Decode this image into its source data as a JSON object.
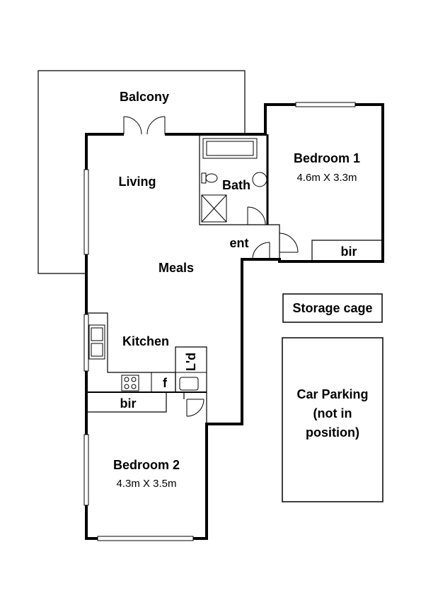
{
  "rooms": {
    "balcony": "Balcony",
    "living": "Living",
    "bath": "Bath",
    "bedroom1": "Bedroom 1",
    "bedroom1_dim": "4.6m X 3.3m",
    "ent": "ent",
    "bir1": "bir",
    "meals": "Meals",
    "storage": "Storage cage",
    "kitchen": "Kitchen",
    "laundry": "L'd",
    "fridge": "f",
    "bir2": "bir",
    "bedroom2": "Bedroom 2",
    "bedroom2_dim": "4.3m X 3.5m",
    "car_line1": "Car Parking",
    "car_line2": "(not in",
    "car_line3": "position)"
  }
}
